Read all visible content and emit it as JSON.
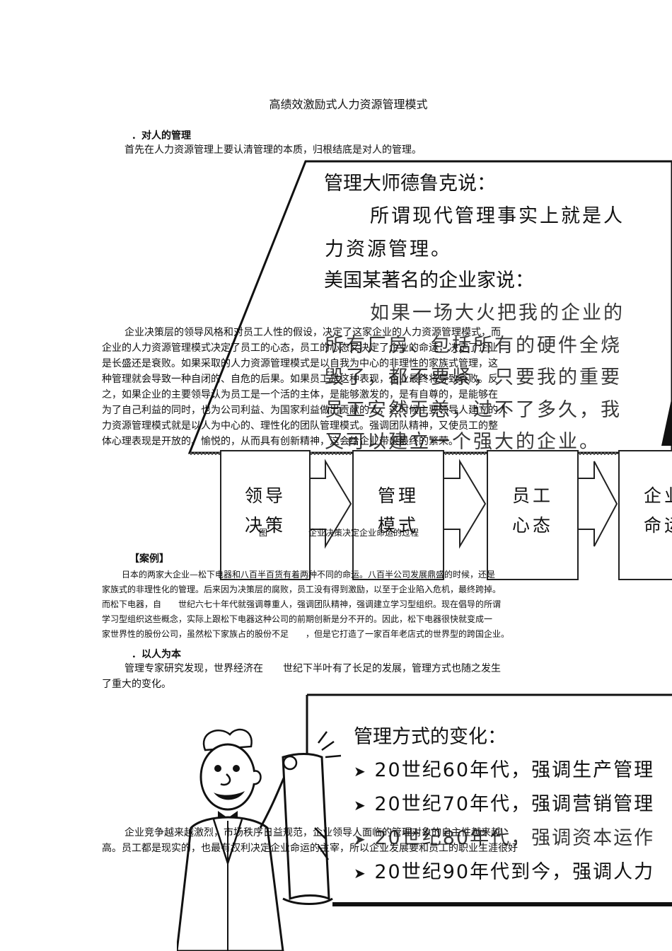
{
  "title": "高绩效激励式人力资源管理模式",
  "section1": {
    "heading": "．对人的管理",
    "intro": "首先在人力资源管理上要认清管理的本质，归根结底是对人的管理。"
  },
  "panel1": {
    "speaker1": "管理大师德鲁克说：",
    "quote1_line1": "所谓现代管理事实上就是人",
    "quote1_line2": "力资源管理。",
    "speaker2": "美国某著名的企业家说：",
    "quote2_line1": "如果一场大火把我的企业的",
    "quote2_line2": "所有厂房、包括所有的硬件全烧",
    "quote2_line3": "毁了，都不要紧，只要我的重要",
    "quote2_line4": "员工安然无恙，过不了多久，我",
    "quote2_line5": "又可以建立一个强大的企业。"
  },
  "body1": {
    "lines": [
      "企业决策层的领导风格和对员工人性的假设，决定了这家企业的人力资源管理模式，而",
      "企业的人力资源管理模式决定了员工的心态，员工的心态又决定了企业的命运，决定了企业",
      "是长盛还是衰败。如果采取的人力资源管理模式是以自我为中心的非理性的家族式管理，这",
      "种管理就会导致一种自闭的、自危的后果。如果员工是这种表现，企业最终将导致衰败。反",
      "之，如果企业的主要领导认为员工是一个活的主体，是能够激发的，是有自尊的，是能够在",
      "为了自己利益的同时，也为公司利益、为国家利益做出贡献的人，这时候主要领导人建立的人",
      "力资源管理模式就是以人为中心的、理性化的团队管理模式。强调团队精神，又使员工的整",
      "体心理表现是开放的、愉悦的，从而具有创新精神，这会给企业带来最终的繁荣。"
    ]
  },
  "flow": {
    "boxes": [
      {
        "line1": "领导",
        "line2": "决策"
      },
      {
        "line1": "管理",
        "line2": "模式"
      },
      {
        "line1": "员工",
        "line2": "心态"
      },
      {
        "line1": "企业",
        "line2": "命运"
      }
    ],
    "caption_num": "图",
    "caption": "企业决策决定企业命运的过程"
  },
  "case": {
    "heading": "【案例】",
    "lines": [
      "日本的两家大企业—松下电器和八百半百货有着两种不同的命运。八百半公司发展鼎盛的时候，还是",
      "家族式的非理性化的管理。后来因为决策层的腐败，员工没有得到激励，以至于企业陷入危机，最终跨掉。",
      "而松下电器，自　　世纪六七十年代就强调尊重人，强调团队精神，强调建立学习型组织。现在倡导的所谓",
      "学习型组织这些概念，实际上跟松下电器这种公司的前期创新是分不开的。因此，松下电器很快就变成一",
      "家世界性的股份公司，虽然松下家族占的股份不足　　，但是它打造了一家百年老店式的世界型的跨国企业。"
    ]
  },
  "section2": {
    "heading": "．以人为本",
    "line1": "管理专家研究发现，世界经济在　　世纪下半叶有了长足的发展，管理方式也随之发生",
    "line2": "了重大的变化。"
  },
  "panel2": {
    "title": "管理方式的变化：",
    "items": [
      "20世纪60年代，强调生产管理",
      "20世纪70年代，强调营销管理",
      "20世纪80年代，强调资本运作",
      "20世纪90年代到今，强调人力"
    ]
  },
  "body2": {
    "line1": "企业竞争越来越激烈，市场秩序日益规范，企业领导人面临的管理对象的自主性越来越",
    "line2": "高。员工都是现实的，也最有权利决定企业命运的主宰，所以企业发展要和员工的职业生涯很好"
  }
}
